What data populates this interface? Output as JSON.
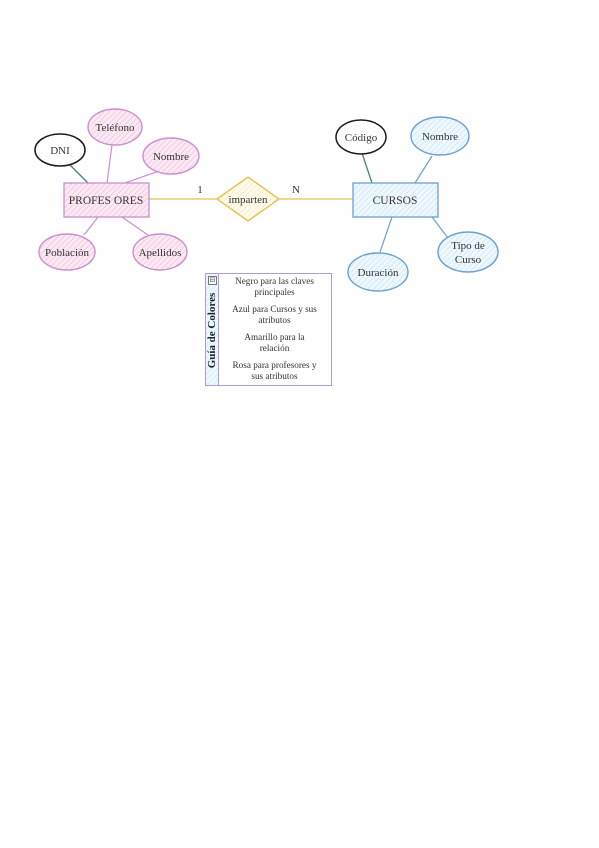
{
  "diagram": {
    "entities": {
      "profesores": {
        "label": "PROFES ORES",
        "attributes": {
          "dni": "DNI",
          "telefono": "Teléfono",
          "nombre": "Nombre",
          "poblacion": "Población",
          "apellidos": "Apellidos"
        }
      },
      "cursos": {
        "label": "CURSOS",
        "attributes": {
          "codigo": "Código",
          "nombre": "Nombre",
          "duracion": "Duración",
          "tipo_line1": "Tipo de",
          "tipo_line2": "Curso"
        }
      }
    },
    "relationship": {
      "label": "imparten",
      "card_left": "1",
      "card_right": "N"
    }
  },
  "legend": {
    "title": "Guía de Colores",
    "toggle": "⊟",
    "items": [
      "Negro para las claves principales",
      "Azul para Cursos y sus atributos",
      "Amarillo para la relación",
      "Rosa para profesores y sus atributos"
    ]
  },
  "colors": {
    "pink_stroke": "#c98fd0",
    "pink_fill": "#f7dcef",
    "blue_stroke": "#6d9fd3",
    "blue_fill": "#e2f3fb",
    "yellow_stroke": "#e5c150",
    "yellow_fill": "#fff7dc",
    "black_stroke": "#1a1a1a"
  }
}
